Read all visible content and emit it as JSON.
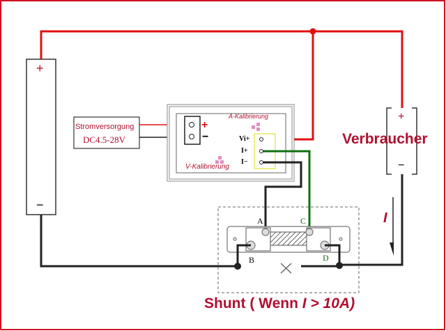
{
  "battery": {
    "plus": "+",
    "minus": "−"
  },
  "load": {
    "label": "Verbraucher",
    "plus": "+",
    "minus": "−"
  },
  "power_supply": {
    "label": "Stromversorgung",
    "voltage": "DC4.5-28V",
    "plus": "+",
    "minus": "−"
  },
  "meter": {
    "a_calibration": "A-Kalibrierung",
    "v_calibration": "V-Kalibrierung",
    "terminals": [
      "Vi+",
      "I+",
      "I−"
    ]
  },
  "shunt": {
    "title_prefix": "Shunt ( Wenn ",
    "title_var": "I",
    "title_suffix": " > 10A)",
    "labels": {
      "a": "A",
      "b": "B",
      "c": "C",
      "d": "D"
    }
  },
  "current": {
    "label": "I"
  },
  "colors": {
    "red_wire": "#e01010",
    "green_wire": "#107010",
    "label_red": "#b01030",
    "frame": "#d01020"
  }
}
